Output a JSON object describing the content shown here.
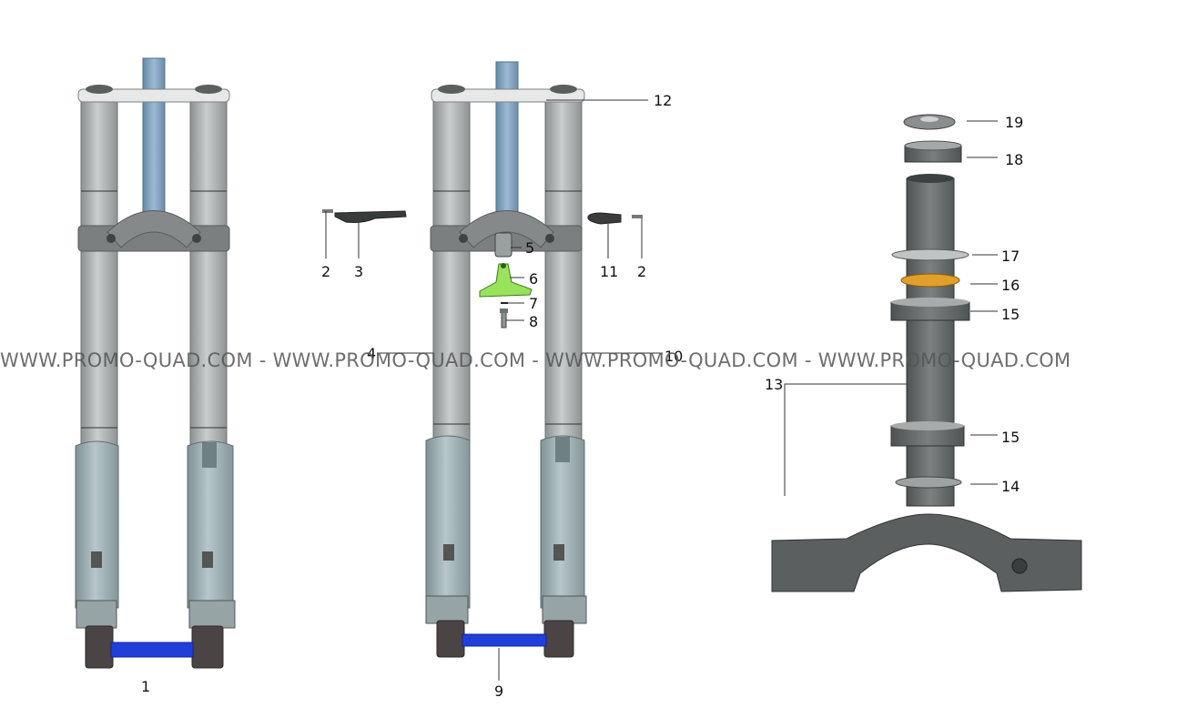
{
  "watermark": "WWW.PROMO-QUAD.COM - WWW.PROMO-QUAD.COM - WWW.PROMO-QUAD.COM - WWW.PROMO-QUAD.COM",
  "labels": {
    "l1": "1",
    "l2a": "2",
    "l2b": "2",
    "l3": "3",
    "l4": "4",
    "l5": "5",
    "l6": "6",
    "l7": "7",
    "l8": "8",
    "l9": "9",
    "l10": "10",
    "l11": "11",
    "l12": "12",
    "l13": "13",
    "l14": "14",
    "l15a": "15",
    "l15b": "15",
    "l16": "16",
    "l17": "17",
    "l18": "18",
    "l19": "19"
  },
  "colors": {
    "tube": "#b4b8b8",
    "lower_leg": "#9fb0b4",
    "steerer": "#7ea1bf",
    "clamp": "#767b7b",
    "axle": "#1f3fd8",
    "bracket": "#98e25c",
    "bearing_ring": "#e0a02a",
    "triple_dark": "#585c5c"
  }
}
